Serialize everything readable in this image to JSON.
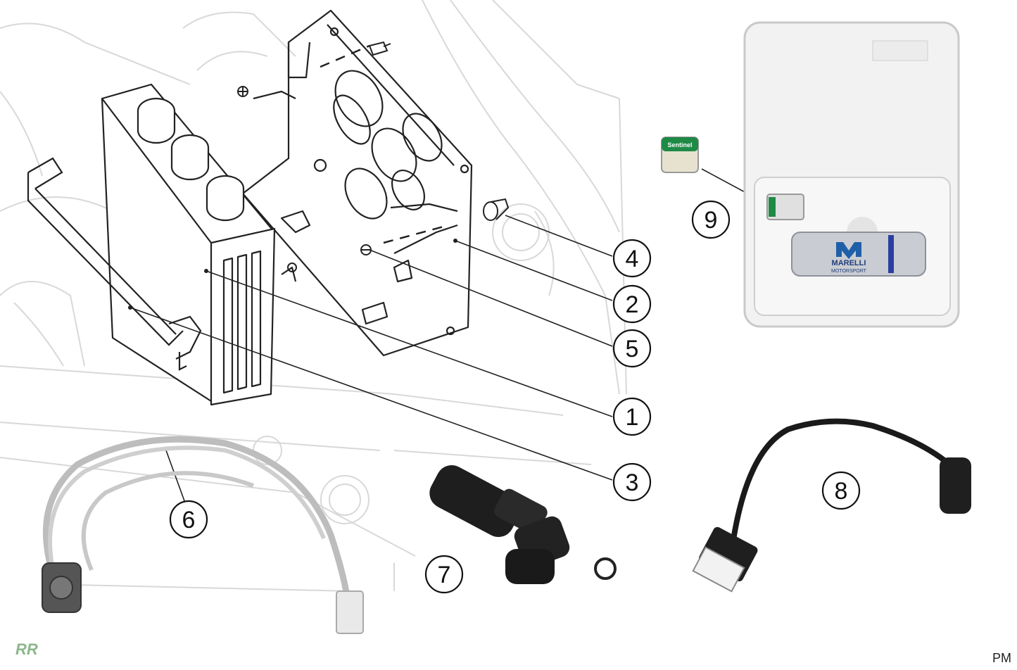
{
  "callouts": [
    {
      "id": "1",
      "label": "1"
    },
    {
      "id": "2",
      "label": "2"
    },
    {
      "id": "3",
      "label": "3"
    },
    {
      "id": "4",
      "label": "4"
    },
    {
      "id": "5",
      "label": "5"
    },
    {
      "id": "6",
      "label": "6"
    },
    {
      "id": "7",
      "label": "7"
    },
    {
      "id": "8",
      "label": "8"
    },
    {
      "id": "9",
      "label": "9"
    }
  ],
  "dongle": {
    "brand": "Sentinel"
  },
  "usb_stick": {
    "brand_line1": "MARELLI",
    "brand_line2": "MOTORSPORT"
  },
  "logo": {
    "text": "RR"
  },
  "corner_text": "PM",
  "colors": {
    "line": "#222222",
    "ghost": "#d6d6d6",
    "accent": "#1f5fa8",
    "green": "#1e8a46"
  }
}
